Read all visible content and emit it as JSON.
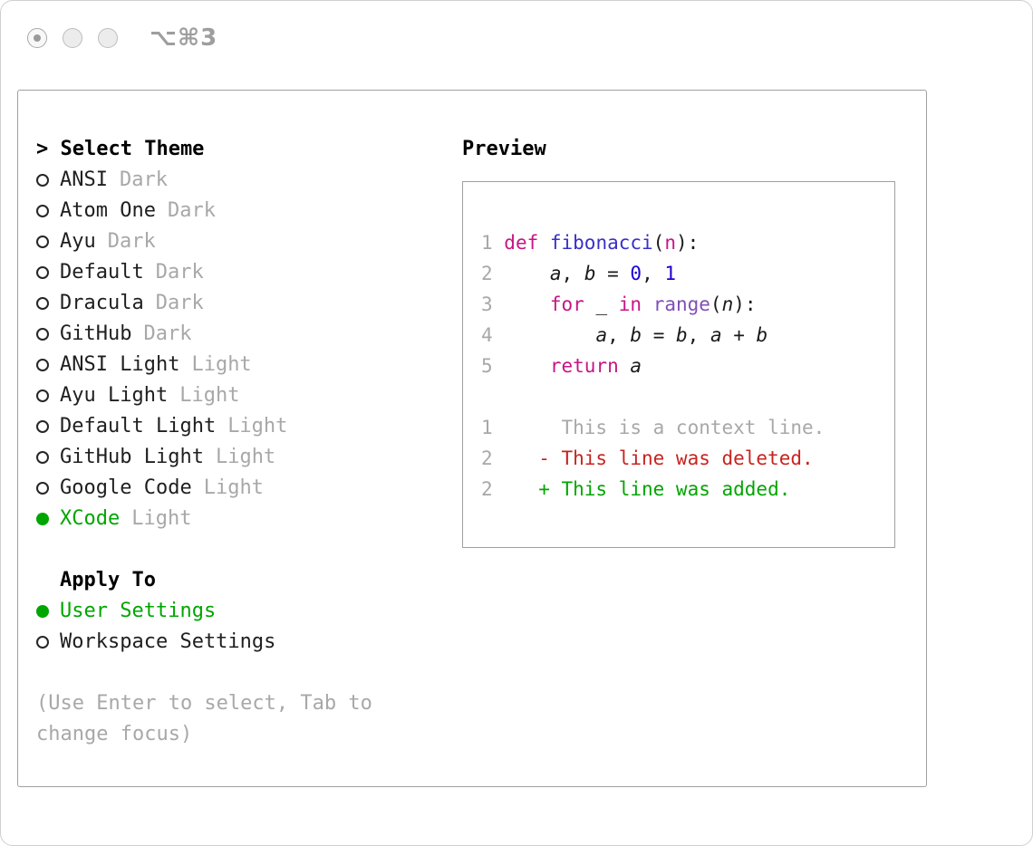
{
  "window": {
    "shortcut": "⌥⌘3"
  },
  "colors": {
    "accent_green": "#00a600",
    "deleted_red": "#c8231f",
    "muted_gray": "#a8a8a8",
    "keyword_magenta": "#c71585",
    "function_indigo": "#3a2fc8",
    "number_blue": "#1c00cf",
    "call_purple": "#804fb8"
  },
  "theme_selector": {
    "title": "> Select Theme",
    "items": [
      {
        "name": "ANSI",
        "variant": "Dark",
        "selected": false
      },
      {
        "name": "Atom One",
        "variant": "Dark",
        "selected": false
      },
      {
        "name": "Ayu",
        "variant": "Dark",
        "selected": false
      },
      {
        "name": "Default",
        "variant": "Dark",
        "selected": false
      },
      {
        "name": "Dracula",
        "variant": "Dark",
        "selected": false
      },
      {
        "name": "GitHub",
        "variant": "Dark",
        "selected": false
      },
      {
        "name": "ANSI Light",
        "variant": "Light",
        "selected": false
      },
      {
        "name": "Ayu Light",
        "variant": "Light",
        "selected": false
      },
      {
        "name": "Default Light",
        "variant": "Light",
        "selected": false
      },
      {
        "name": "GitHub Light",
        "variant": "Light",
        "selected": false
      },
      {
        "name": "Google Code",
        "variant": "Light",
        "selected": false
      },
      {
        "name": "XCode",
        "variant": "Light",
        "selected": true
      }
    ],
    "apply_to": {
      "title": "Apply To",
      "options": [
        {
          "label": "User Settings",
          "selected": true
        },
        {
          "label": "Workspace Settings",
          "selected": false
        }
      ]
    },
    "hint": "(Use Enter to select, Tab to change focus)"
  },
  "preview": {
    "title": "Preview",
    "code_lines": [
      {
        "num": "1",
        "tokens": [
          {
            "t": "def ",
            "c": "kw"
          },
          {
            "t": "fibonacci",
            "c": "fn"
          },
          {
            "t": "(",
            "c": "pl"
          },
          {
            "t": "n",
            "c": "param"
          },
          {
            "t": "):",
            "c": "pl"
          }
        ]
      },
      {
        "num": "2",
        "tokens": [
          {
            "t": "    ",
            "c": "pl"
          },
          {
            "t": "a",
            "c": "var"
          },
          {
            "t": ", ",
            "c": "pl"
          },
          {
            "t": "b",
            "c": "var"
          },
          {
            "t": " = ",
            "c": "pl"
          },
          {
            "t": "0",
            "c": "num"
          },
          {
            "t": ", ",
            "c": "pl"
          },
          {
            "t": "1",
            "c": "num"
          }
        ]
      },
      {
        "num": "3",
        "tokens": [
          {
            "t": "    ",
            "c": "pl"
          },
          {
            "t": "for",
            "c": "kw"
          },
          {
            "t": " _ ",
            "c": "pl"
          },
          {
            "t": "in",
            "c": "kw"
          },
          {
            "t": " ",
            "c": "pl"
          },
          {
            "t": "range",
            "c": "call"
          },
          {
            "t": "(",
            "c": "pl"
          },
          {
            "t": "n",
            "c": "var"
          },
          {
            "t": "):",
            "c": "pl"
          }
        ]
      },
      {
        "num": "4",
        "tokens": [
          {
            "t": "        ",
            "c": "pl"
          },
          {
            "t": "a",
            "c": "var"
          },
          {
            "t": ", ",
            "c": "pl"
          },
          {
            "t": "b",
            "c": "var"
          },
          {
            "t": " = ",
            "c": "pl"
          },
          {
            "t": "b",
            "c": "var"
          },
          {
            "t": ", ",
            "c": "pl"
          },
          {
            "t": "a",
            "c": "var"
          },
          {
            "t": " + ",
            "c": "pl"
          },
          {
            "t": "b",
            "c": "var"
          }
        ]
      },
      {
        "num": "5",
        "tokens": [
          {
            "t": "    ",
            "c": "pl"
          },
          {
            "t": "return",
            "c": "kw"
          },
          {
            "t": " ",
            "c": "pl"
          },
          {
            "t": "a",
            "c": "var"
          }
        ]
      }
    ],
    "diff_lines": [
      {
        "num": "1",
        "sign": " ",
        "text": "This is a context line.",
        "type": "context"
      },
      {
        "num": "2",
        "sign": "-",
        "text": "This line was deleted.",
        "type": "deleted"
      },
      {
        "num": "2",
        "sign": "+",
        "text": "This line was added.",
        "type": "added"
      }
    ]
  }
}
